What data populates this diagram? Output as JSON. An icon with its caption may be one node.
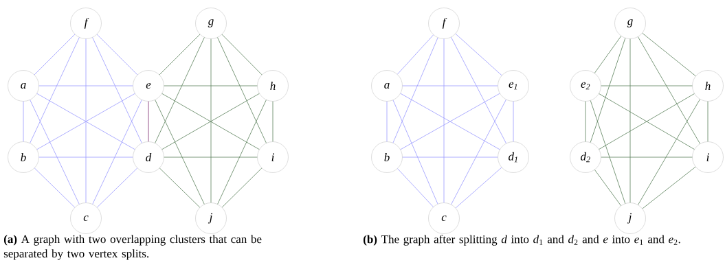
{
  "diagram": {
    "nodes": [
      {
        "text": [
          "f"
        ]
      },
      {
        "text": [
          "g"
        ]
      },
      {
        "text": [
          "a"
        ]
      },
      {
        "text": [
          "e"
        ]
      },
      {
        "text": [
          "h"
        ]
      },
      {
        "text": [
          "b"
        ]
      },
      {
        "text": [
          "d"
        ]
      },
      {
        "text": [
          "i"
        ]
      },
      {
        "text": [
          "c"
        ]
      },
      {
        "text": [
          "j"
        ]
      },
      {
        "text": [
          "f"
        ]
      },
      {
        "text": [
          "a"
        ]
      },
      {
        "text": [
          "e$_{1}$"
        ]
      },
      {
        "text": [
          "b"
        ]
      },
      {
        "text": [
          "d$_{1}$"
        ]
      },
      {
        "text": [
          "c"
        ]
      },
      {
        "text": [
          "g"
        ]
      },
      {
        "text": [
          "e$_{2}$"
        ]
      },
      {
        "text": [
          "h"
        ]
      },
      {
        "text": [
          "d$_{2}$"
        ]
      },
      {
        "text": [
          "i"
        ]
      },
      {
        "text": [
          "j"
        ]
      }
    ],
    "edges": [
      {
        "from": 2,
        "to": 5,
        "arrow": "none",
        "color": "#9999ff"
      },
      {
        "from": 2,
        "to": 8,
        "arrow": "none",
        "color": "#9999ff"
      },
      {
        "from": 2,
        "to": 6,
        "arrow": "none",
        "color": "#9999ff"
      },
      {
        "from": 2,
        "to": 3,
        "arrow": "none",
        "color": "#9999ff"
      },
      {
        "from": 2,
        "to": 0,
        "arrow": "none",
        "color": "#9999ff"
      },
      {
        "from": 5,
        "to": 8,
        "arrow": "none",
        "color": "#9999ff"
      },
      {
        "from": 5,
        "to": 6,
        "arrow": "none",
        "color": "#9999ff"
      },
      {
        "from": 5,
        "to": 3,
        "arrow": "none",
        "color": "#9999ff"
      },
      {
        "from": 5,
        "to": 0,
        "arrow": "none",
        "color": "#9999ff"
      },
      {
        "from": 8,
        "to": 6,
        "arrow": "none",
        "color": "#9999ff"
      },
      {
        "from": 8,
        "to": 3,
        "arrow": "none",
        "color": "#9999ff"
      },
      {
        "from": 8,
        "to": 0,
        "arrow": "none",
        "color": "#9999ff"
      },
      {
        "from": 6,
        "to": 0,
        "arrow": "none",
        "color": "#9999ff"
      },
      {
        "from": 3,
        "to": 0,
        "arrow": "none",
        "color": "#9999ff"
      },
      {
        "from": 6,
        "to": 3,
        "arrow": "none",
        "color": "#7f2a6f"
      },
      {
        "from": 3,
        "to": 1,
        "arrow": "none",
        "color": "#5b805b"
      },
      {
        "from": 3,
        "to": 4,
        "arrow": "none",
        "color": "#5b805b"
      },
      {
        "from": 3,
        "to": 7,
        "arrow": "none",
        "color": "#5b805b"
      },
      {
        "from": 3,
        "to": 9,
        "arrow": "none",
        "color": "#5b805b"
      },
      {
        "from": 6,
        "to": 1,
        "arrow": "none",
        "color": "#5b805b"
      },
      {
        "from": 6,
        "to": 4,
        "arrow": "none",
        "color": "#5b805b"
      },
      {
        "from": 6,
        "to": 7,
        "arrow": "none",
        "color": "#5b805b"
      },
      {
        "from": 6,
        "to": 9,
        "arrow": "none",
        "color": "#5b805b"
      },
      {
        "from": 1,
        "to": 4,
        "arrow": "none",
        "color": "#5b805b"
      },
      {
        "from": 1,
        "to": 7,
        "arrow": "none",
        "color": "#5b805b"
      },
      {
        "from": 1,
        "to": 9,
        "arrow": "none",
        "color": "#5b805b"
      },
      {
        "from": 4,
        "to": 7,
        "arrow": "none",
        "color": "#5b805b"
      },
      {
        "from": 4,
        "to": 9,
        "arrow": "none",
        "color": "#5b805b"
      },
      {
        "from": 7,
        "to": 9,
        "arrow": "none",
        "color": "#5b805b"
      },
      {
        "from": 11,
        "to": 13,
        "arrow": "none",
        "color": "#9999ff"
      },
      {
        "from": 11,
        "to": 15,
        "arrow": "none",
        "color": "#9999ff"
      },
      {
        "from": 11,
        "to": 14,
        "arrow": "none",
        "color": "#9999ff"
      },
      {
        "from": 11,
        "to": 12,
        "arrow": "none",
        "color": "#9999ff"
      },
      {
        "from": 11,
        "to": 10,
        "arrow": "none",
        "color": "#9999ff"
      },
      {
        "from": 13,
        "to": 15,
        "arrow": "none",
        "color": "#9999ff"
      },
      {
        "from": 13,
        "to": 14,
        "arrow": "none",
        "color": "#9999ff"
      },
      {
        "from": 13,
        "to": 12,
        "arrow": "none",
        "color": "#9999ff"
      },
      {
        "from": 13,
        "to": 10,
        "arrow": "none",
        "color": "#9999ff"
      },
      {
        "from": 15,
        "to": 14,
        "arrow": "none",
        "color": "#9999ff"
      },
      {
        "from": 15,
        "to": 12,
        "arrow": "none",
        "color": "#9999ff"
      },
      {
        "from": 15,
        "to": 10,
        "arrow": "none",
        "color": "#9999ff"
      },
      {
        "from": 14,
        "to": 10,
        "arrow": "none",
        "color": "#9999ff"
      },
      {
        "from": 12,
        "to": 10,
        "arrow": "none",
        "color": "#9999ff"
      },
      {
        "from": 14,
        "to": 12,
        "arrow": "none",
        "color": "#9999ff"
      },
      {
        "from": 17,
        "to": 16,
        "arrow": "none",
        "color": "#5b805b"
      },
      {
        "from": 17,
        "to": 18,
        "arrow": "none",
        "color": "#5b805b"
      },
      {
        "from": 17,
        "to": 20,
        "arrow": "none",
        "color": "#5b805b"
      },
      {
        "from": 17,
        "to": 21,
        "arrow": "none",
        "color": "#5b805b"
      },
      {
        "from": 17,
        "to": 19,
        "arrow": "none",
        "color": "#5b805b"
      },
      {
        "from": 19,
        "to": 16,
        "arrow": "none",
        "color": "#5b805b"
      },
      {
        "from": 19,
        "to": 18,
        "arrow": "none",
        "color": "#5b805b"
      },
      {
        "from": 19,
        "to": 20,
        "arrow": "none",
        "color": "#5b805b"
      },
      {
        "from": 19,
        "to": 21,
        "arrow": "none",
        "color": "#5b805b"
      },
      {
        "from": 16,
        "to": 18,
        "arrow": "none",
        "color": "#5b805b"
      },
      {
        "from": 16,
        "to": 20,
        "arrow": "none",
        "color": "#5b805b"
      },
      {
        "from": 16,
        "to": 21,
        "arrow": "none",
        "color": "#5b805b"
      },
      {
        "from": 18,
        "to": 20,
        "arrow": "none",
        "color": "#5b805b"
      },
      {
        "from": 18,
        "to": 21,
        "arrow": "none",
        "color": "#5b805b"
      },
      {
        "from": 20,
        "to": 21,
        "arrow": "none",
        "color": "#5b805b"
      }
    ],
    "labels": [
      "**(a)** A graph with two overlapping clusters that can be separated by two vertex splits.",
      "**(b)** The graph after splitting *d* into *d*$_{1}$ and *d*$_{2}$ and *e* into *e*$_{1}$ and *e*$_{2}$."
    ]
  }
}
